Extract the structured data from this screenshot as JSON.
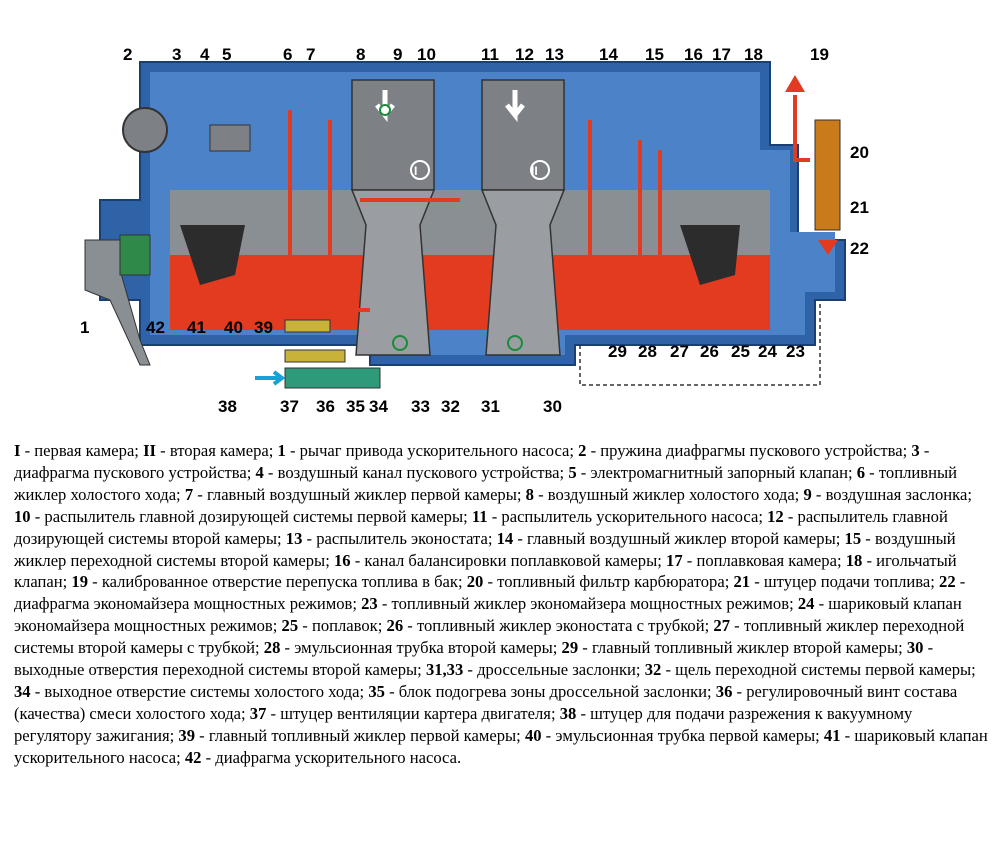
{
  "callouts": {
    "top": [
      "2",
      "3",
      "4",
      "5",
      "6",
      "7",
      "8",
      "9",
      "10",
      "11",
      "12",
      "13",
      "14",
      "15",
      "16",
      "17",
      "18",
      "19"
    ],
    "right": [
      "20",
      "21",
      "22"
    ],
    "bottom_right": [
      "29",
      "28",
      "27",
      "26",
      "25",
      "24",
      "23"
    ],
    "left": [
      "1",
      "42",
      "41",
      "40",
      "39"
    ],
    "bottom": [
      "38",
      "37",
      "36",
      "35",
      "34",
      "33",
      "32",
      "31",
      "30"
    ],
    "chambers": [
      "I",
      "II"
    ]
  },
  "legend": [
    {
      "key": "I",
      "text": "первая камера;"
    },
    {
      "key": "II",
      "text": "вторая камера;"
    },
    {
      "key": "1",
      "text": "рычаг привода ускорительного насоса;"
    },
    {
      "key": "2",
      "text": "пружина диафрагмы пускового устройства;"
    },
    {
      "key": "3",
      "text": "диафрагма пускового устройства;"
    },
    {
      "key": "4",
      "text": "воздушный канал пускового устройства;"
    },
    {
      "key": "5",
      "text": "электромагнитный запорный клапан;"
    },
    {
      "key": "6",
      "text": "топливный жиклер холостого хода;"
    },
    {
      "key": "7",
      "text": "главный воздушный жиклер первой камеры;"
    },
    {
      "key": "8",
      "text": "воздушный жиклер холостого хода;"
    },
    {
      "key": "9",
      "text": "воздушная заслонка;"
    },
    {
      "key": "10",
      "text": "распылитель главной дозирующей системы первой камеры;"
    },
    {
      "key": "11",
      "text": "распылитель ускорительного насоса;"
    },
    {
      "key": "12",
      "text": "распылитель главной дозирующей системы второй камеры;"
    },
    {
      "key": "13",
      "text": "распылитель эконостата;"
    },
    {
      "key": "14",
      "text": "главный воздушный жиклер второй камеры;"
    },
    {
      "key": "15",
      "text": "воздушный жиклер переходной системы второй камеры;"
    },
    {
      "key": "16",
      "text": "канал балансировки поплавковой камеры;"
    },
    {
      "key": "17",
      "text": "поплавковая камера;"
    },
    {
      "key": "18",
      "text": "игольчатый клапан;"
    },
    {
      "key": "19",
      "text": "калиброванное отверстие перепуска топлива в бак;"
    },
    {
      "key": "20",
      "text": "топливный фильтр карбюратора;"
    },
    {
      "key": "21",
      "text": "штуцер подачи топлива;"
    },
    {
      "key": "22",
      "text": "диафрагма экономайзера мощностных режимов;"
    },
    {
      "key": "23",
      "text": "топливный жиклер экономайзера мощностных режимов;"
    },
    {
      "key": "24",
      "text": "шариковый клапан экономайзера мощностных режимов;"
    },
    {
      "key": "25",
      "text": "поплавок;"
    },
    {
      "key": "26",
      "text": "топливный жиклер эконостата с трубкой;"
    },
    {
      "key": "27",
      "text": "топливный жиклер переходной системы второй камеры с трубкой;"
    },
    {
      "key": "28",
      "text": "эмульсионная трубка второй камеры;"
    },
    {
      "key": "29",
      "text": "главный топливный жиклер второй камеры;"
    },
    {
      "key": "30",
      "text": "выходные отверстия переходной системы второй камеры;"
    },
    {
      "key": "31,33",
      "text": "дроссельные заслонки;"
    },
    {
      "key": "32",
      "text": "щель переходной системы первой камеры;"
    },
    {
      "key": "34",
      "text": "выходное отверстие системы холостого хода;"
    },
    {
      "key": "35",
      "text": "блок подогрева зоны дроссельной заслонки;"
    },
    {
      "key": "36",
      "text": "регулировочный винт состава (качества) смеси холостого хода;"
    },
    {
      "key": "37",
      "text": "штуцер вентиляции картера двигателя;"
    },
    {
      "key": "38",
      "text": "штуцер для подачи разрежения к вакуумному регулятору зажигания;"
    },
    {
      "key": "39",
      "text": "главный топливный жиклер первой камеры;"
    },
    {
      "key": "40",
      "text": "эмульсионная трубка первой камеры;"
    },
    {
      "key": "41",
      "text": "шариковый клапан ускорительного насоса;"
    },
    {
      "key": "42",
      "text": "диафрагма ускорительного насоса."
    }
  ]
}
